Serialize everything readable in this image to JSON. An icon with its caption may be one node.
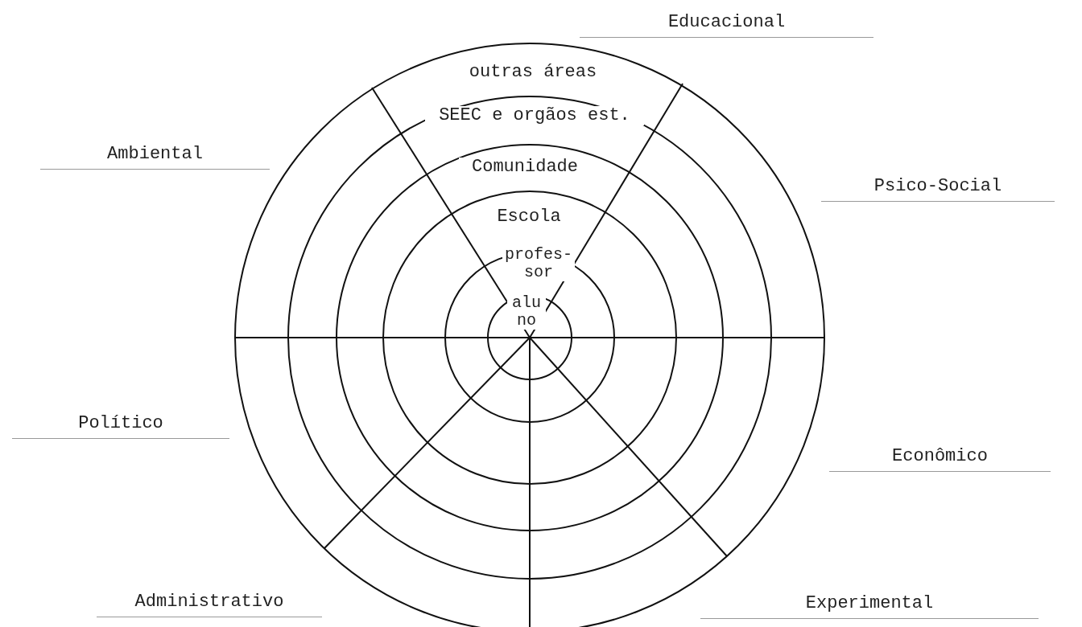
{
  "diagram": {
    "labels": [
      "Educacional",
      "outras áreas",
      "SEEC e orgãos est.",
      "Ambiental",
      "Comunidade",
      "Psico-Social",
      "Escola",
      "profes- sor",
      "alu no",
      "Político",
      "Econômico",
      "Administrativo",
      "Experimental"
    ]
  }
}
